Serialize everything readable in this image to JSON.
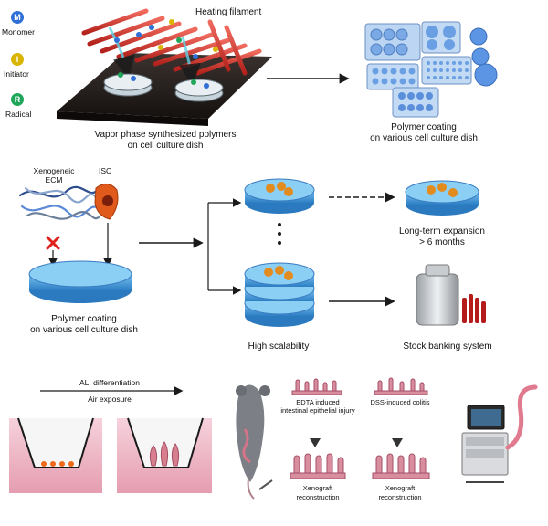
{
  "legend": {
    "items": [
      {
        "letter": "M",
        "label": "Monomer",
        "color": "#2f6fd6"
      },
      {
        "letter": "I",
        "label": "Initiator",
        "color": "#d9b400"
      },
      {
        "letter": "R",
        "label": "Radical",
        "color": "#1fa65a"
      }
    ]
  },
  "top": {
    "heating_filament": "Heating filament",
    "vapor_caption_line1": "Vapor phase synthesized polymers",
    "vapor_caption_line2": "on cell culture dish",
    "coating_caption_line1": "Polymer coating",
    "coating_caption_line2": "on various cell culture dish"
  },
  "middle": {
    "ecm_line1": "Xenogeneic",
    "ecm_line2": "ECM",
    "isc": "ISC",
    "coating_caption_line1": "Polymer coating",
    "coating_caption_line2": "on various cell culture dish",
    "scalability": "High scalability",
    "expansion_line1": "Long-term expansion",
    "expansion_line2": "> 6 months",
    "stock": "Stock banking system"
  },
  "bottom": {
    "ali": "ALI differentiation",
    "air": "Air exposure",
    "edta_line1": "EDTA induced",
    "edta_line2": "intestinal epithelial injury",
    "dss": "DSS-induced colitis",
    "xeno1_line1": "Xenograft",
    "xeno1_line2": "reconstruction",
    "xeno2_line1": "Xenograft",
    "xeno2_line2": "reconstruction"
  },
  "colors": {
    "filament": "#d8322b",
    "platform": "#2a2523",
    "dish_blue": "#4aa3e0",
    "plate_blue": "#a9c9ef",
    "tissue_pink": "#e8a8b8",
    "arrow": "#1a1a1a"
  }
}
